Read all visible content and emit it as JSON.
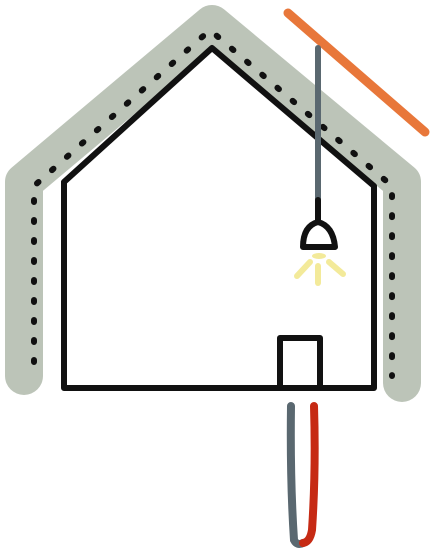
{
  "diagram": {
    "colors": {
      "background": "#ffffff",
      "house_outline": "#111111",
      "insulation_band": "#bcc4b8",
      "insulation_dots": "#111111",
      "solar_panel": "#e8773a",
      "cable_grey": "#5a6870",
      "cable_red": "#c62a14",
      "bulb_glow": "#f3ea9a",
      "lamp_outline": "#111111"
    },
    "elements": [
      {
        "name": "insulation-layer",
        "kind": "band",
        "color_key": "insulation_band"
      },
      {
        "name": "insulation-dots",
        "kind": "dotted-line",
        "color_key": "insulation_dots"
      },
      {
        "name": "house-outline",
        "kind": "outline",
        "color_key": "house_outline"
      },
      {
        "name": "door",
        "kind": "outline",
        "color_key": "house_outline"
      },
      {
        "name": "solar-panel",
        "kind": "line",
        "color_key": "solar_panel"
      },
      {
        "name": "lamp-cable",
        "kind": "line",
        "color_key": "cable_grey"
      },
      {
        "name": "lamp-icon",
        "kind": "icon",
        "color_key": "lamp_outline"
      },
      {
        "name": "light-rays",
        "kind": "rays",
        "color_key": "bulb_glow"
      },
      {
        "name": "supply-cable-grey",
        "kind": "line",
        "color_key": "cable_grey"
      },
      {
        "name": "supply-cable-red",
        "kind": "line",
        "color_key": "cable_red"
      }
    ]
  }
}
